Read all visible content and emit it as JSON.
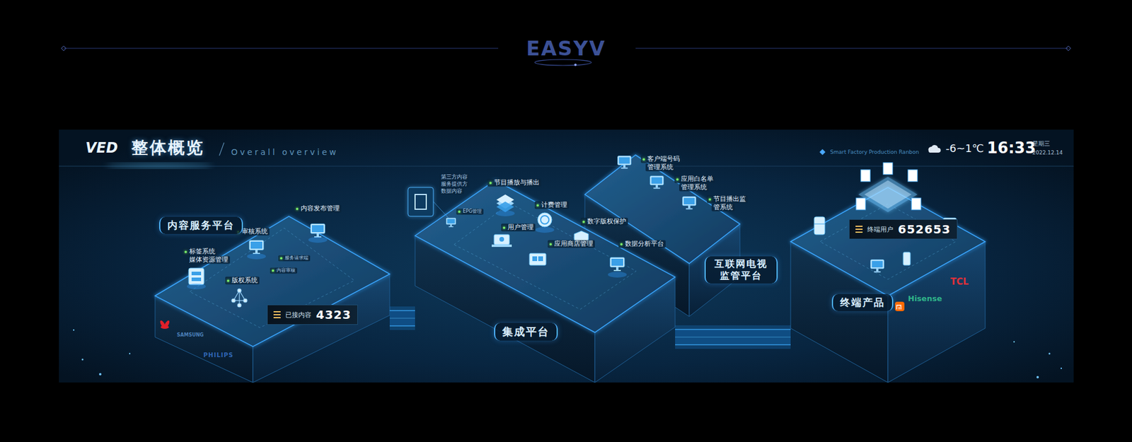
{
  "diagram": {
    "title": "整体概览",
    "nodes": [
      {
        "text": [
          "内容服务平台"
        ]
      },
      {
        "text": [
          "已接内容",
          "4323"
        ],
        "in": 0
      },
      {
        "text": [
          "集成平台"
        ]
      },
      {
        "text": [
          "互联网电视 监管平台"
        ]
      },
      {
        "text": [
          "终端产品"
        ]
      },
      {
        "text": [
          "终端用户",
          "652653"
        ],
        "in": 4
      }
    ],
    "edges": [
      {
        "from": 0,
        "to": 2,
        "arrow": "none"
      },
      {
        "from": 2,
        "to": 4,
        "arrow": "none"
      }
    ],
    "labels": [
      "EASYV",
      "VED",
      "Overall overview",
      "Smart Factory Production Ranbon",
      "-6~1℃",
      "16:33",
      "星期三",
      "2022.12.14",
      "内容发布管理",
      "审核系统",
      "标签系统",
      "媒体资源管理",
      "版权系统",
      "内容审核",
      "服务请求端",
      "第三方内容",
      "服务提供方",
      "数据内容",
      "节目播放与播出",
      "计费管理",
      "用户管理",
      "数字版权保护",
      "应用商店管理",
      "数据分析平台",
      "EPG管理",
      "客户端号码",
      "管理系统",
      "应用白名单",
      "管理系统",
      "节目播出监",
      "管系统",
      "SAMSUNG",
      "PHILIPS",
      "Hisense",
      "TCL"
    ]
  }
}
